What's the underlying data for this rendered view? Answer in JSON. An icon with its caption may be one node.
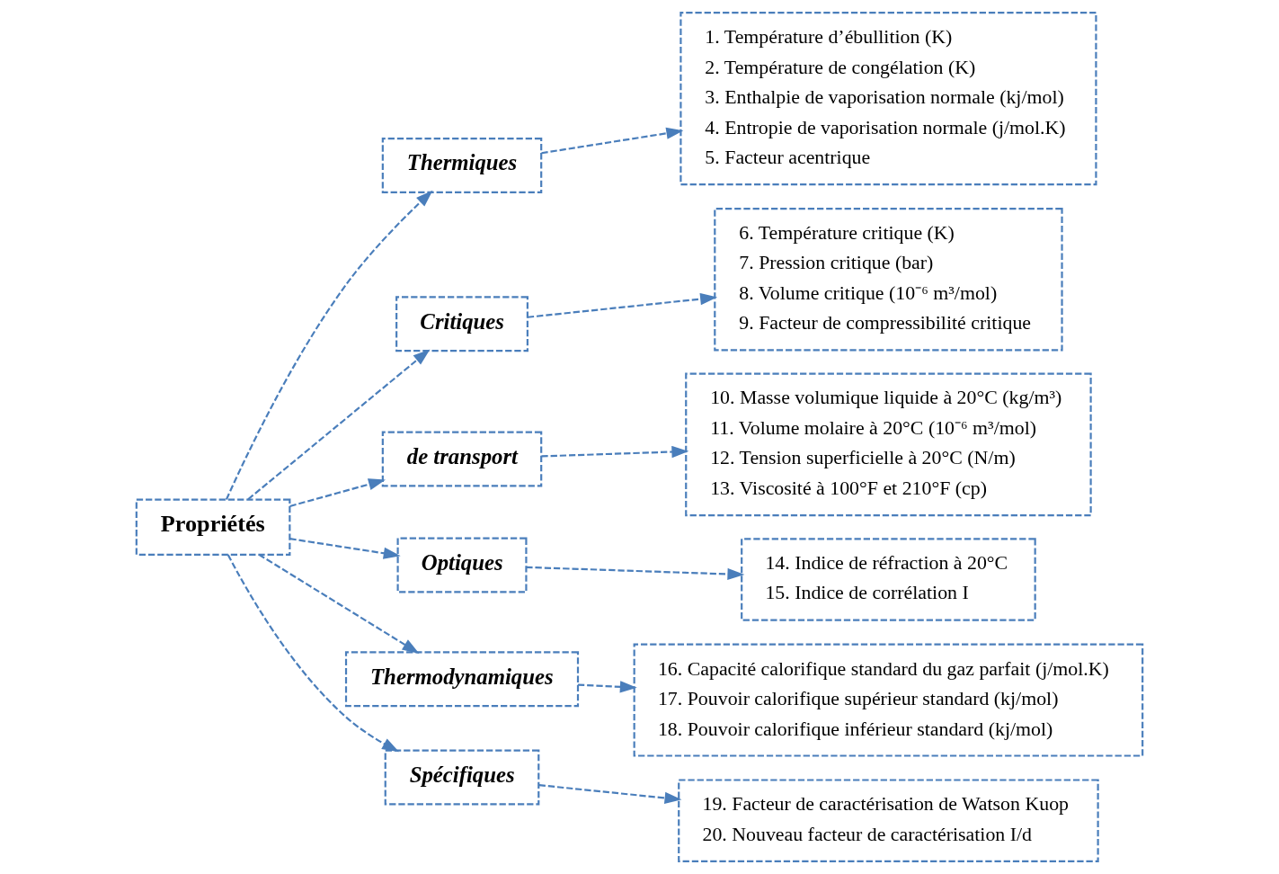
{
  "diagram": {
    "nodes": [
      {
        "text": [
          "Propriétés"
        ]
      },
      {
        "text": [
          "Thermiques"
        ]
      },
      {
        "text": [
          "1. Température d’ébullition (K)",
          "2. Température de congélation (K)",
          "3. Enthalpie de vaporisation normale (kj/mol)",
          "4. Entropie de vaporisation normale (j/mol.K)",
          "5. Facteur acentrique"
        ]
      },
      {
        "text": [
          "Critiques"
        ]
      },
      {
        "text": [
          "6. Température critique (K)",
          "7. Pression critique (bar)",
          "8. Volume critique (10⁻⁶ m³/mol)",
          "9. Facteur de compressibilité critique"
        ]
      },
      {
        "text": [
          "de transport"
        ]
      },
      {
        "text": [
          "10. Masse volumique liquide à 20°C (kg/m³)",
          "11. Volume molaire à 20°C (10⁻⁶ m³/mol)",
          "12. Tension superficielle à 20°C (N/m)",
          "13. Viscosité à 100°F et 210°F (cp)"
        ]
      },
      {
        "text": [
          "Optiques"
        ]
      },
      {
        "text": [
          "14. Indice de réfraction à 20°C",
          "15. Indice de corrélation I"
        ]
      },
      {
        "text": [
          "Thermodynamiques"
        ]
      },
      {
        "text": [
          "16. Capacité calorifique standard du gaz parfait (j/mol.K)",
          "17. Pouvoir calorifique supérieur standard (kj/mol)",
          "18. Pouvoir calorifique inférieur standard (kj/mol)"
        ]
      },
      {
        "text": [
          "Spécifiques"
        ]
      },
      {
        "text": [
          "19. Facteur de caractérisation de Watson Kuop",
          "20. Nouveau facteur de caractérisation I/d"
        ]
      }
    ],
    "edges": [
      {
        "from": 0,
        "to": 1,
        "arrow": "to",
        "style": "dashed"
      },
      {
        "from": 1,
        "to": 2,
        "arrow": "to",
        "style": "dashed"
      },
      {
        "from": 0,
        "to": 3,
        "arrow": "to",
        "style": "dashed"
      },
      {
        "from": 3,
        "to": 4,
        "arrow": "to",
        "style": "dashed"
      },
      {
        "from": 0,
        "to": 5,
        "arrow": "to",
        "style": "dashed"
      },
      {
        "from": 5,
        "to": 6,
        "arrow": "to",
        "style": "dashed"
      },
      {
        "from": 0,
        "to": 7,
        "arrow": "to",
        "style": "dashed"
      },
      {
        "from": 7,
        "to": 8,
        "arrow": "to",
        "style": "dashed"
      },
      {
        "from": 0,
        "to": 9,
        "arrow": "to",
        "style": "dashed"
      },
      {
        "from": 9,
        "to": 10,
        "arrow": "to",
        "style": "dashed"
      },
      {
        "from": 0,
        "to": 11,
        "arrow": "to",
        "style": "dashed"
      },
      {
        "from": 11,
        "to": 12,
        "arrow": "to",
        "style": "dashed"
      }
    ]
  }
}
